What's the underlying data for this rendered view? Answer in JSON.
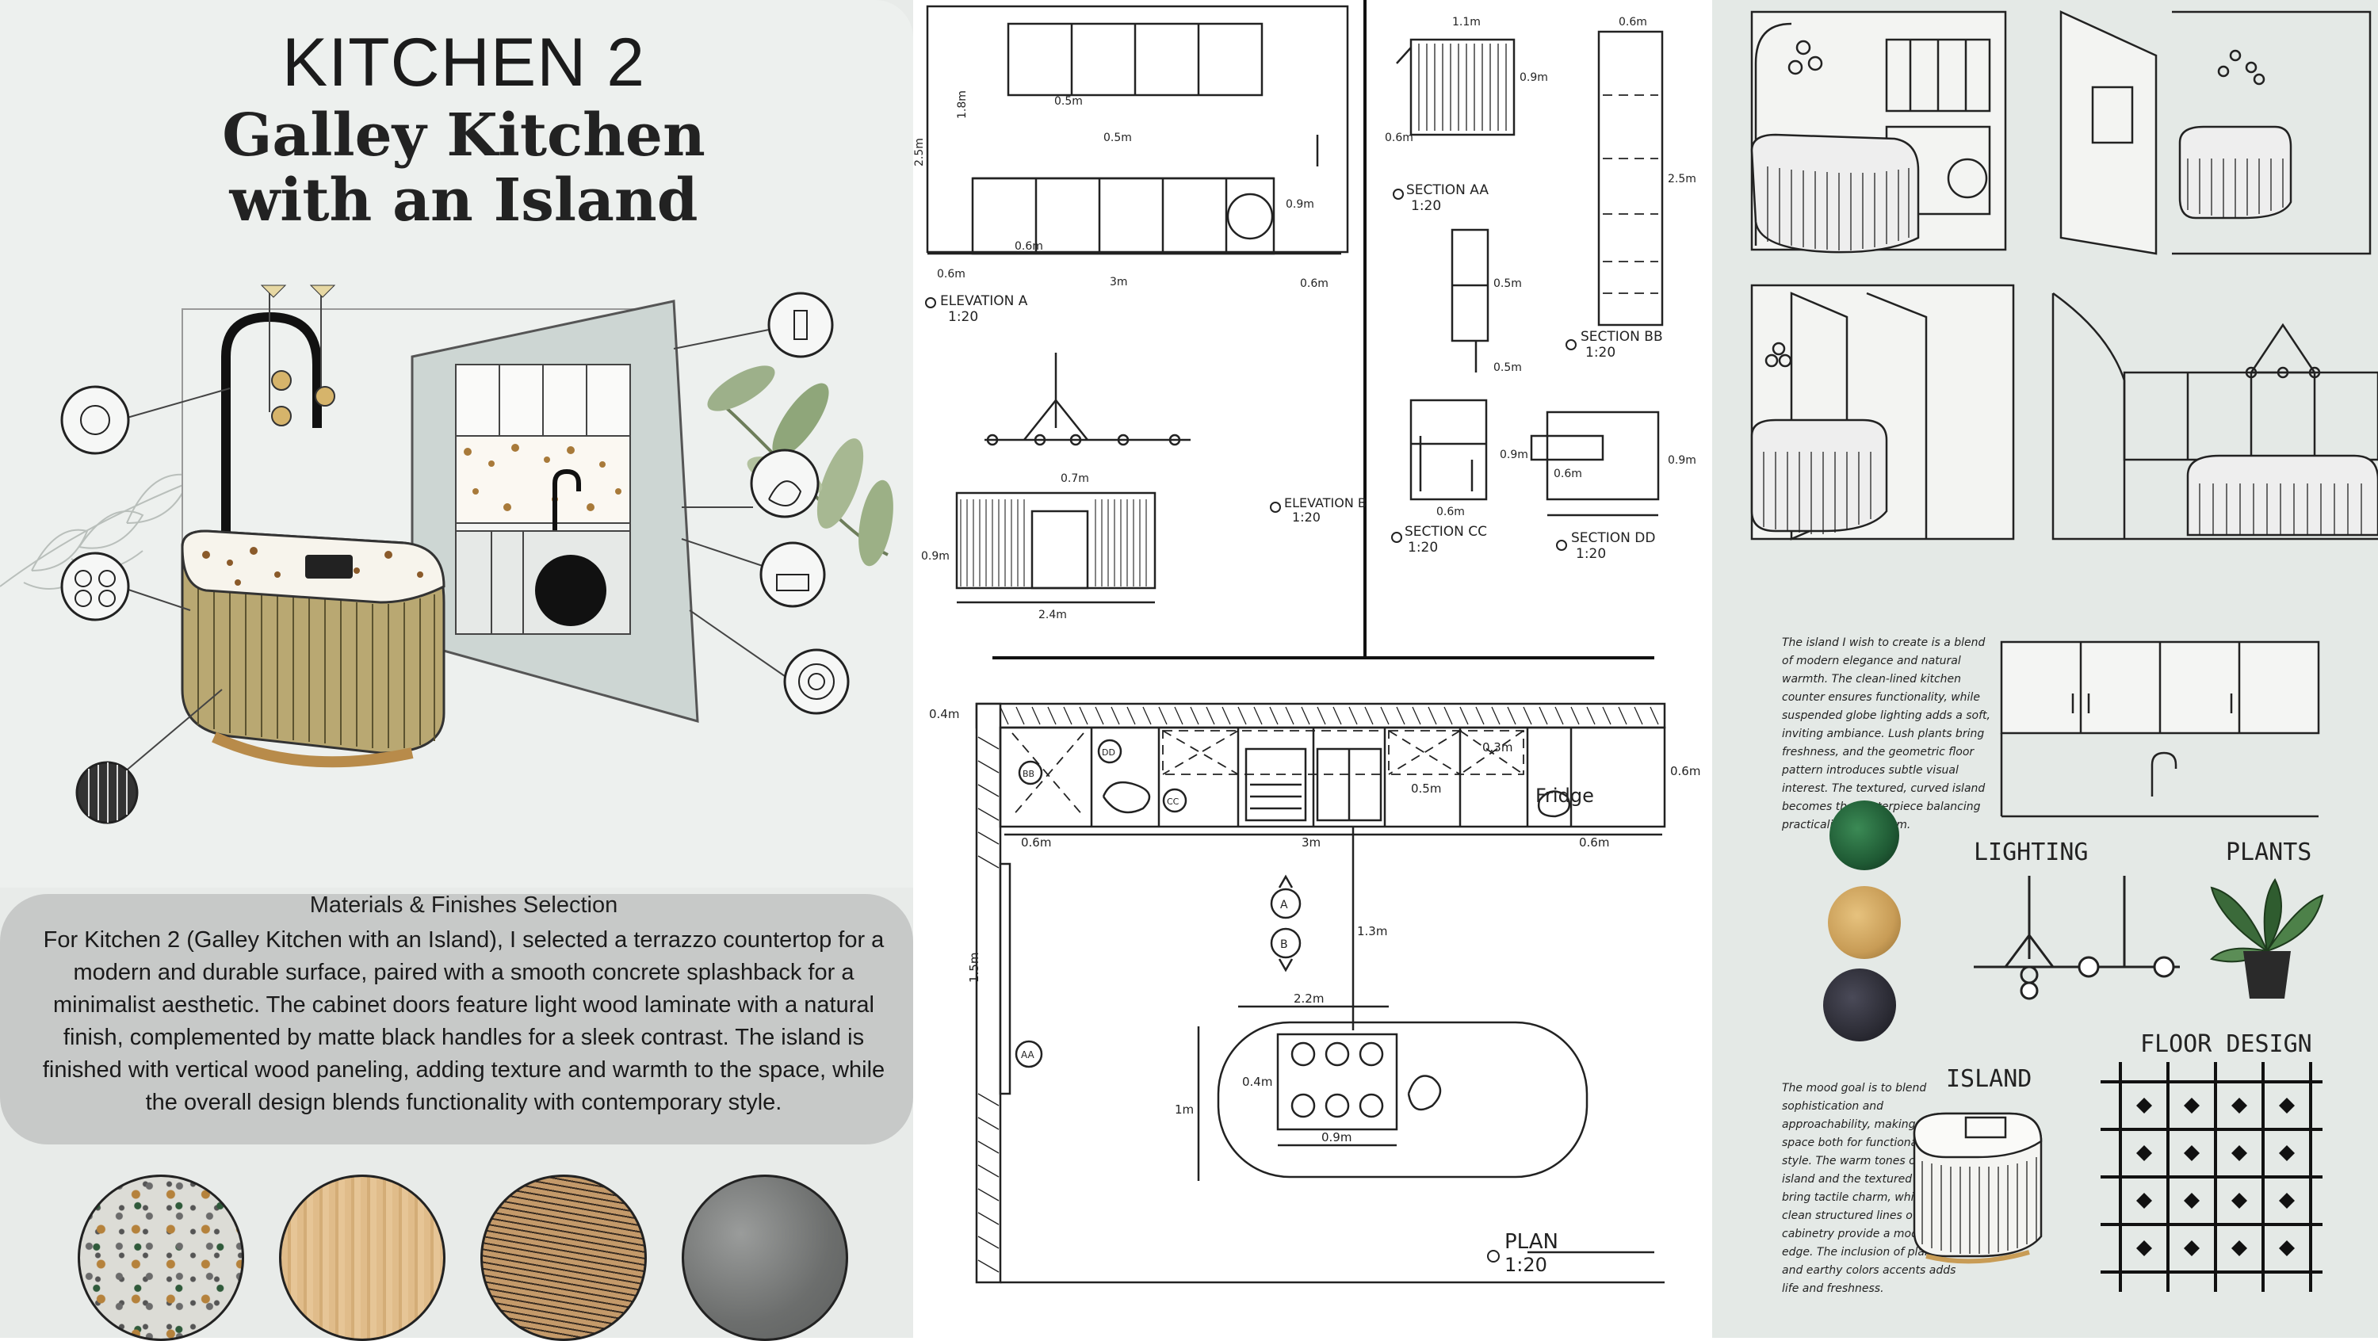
{
  "title": {
    "line1": "KITCHEN 2",
    "line2": "Galley Kitchen",
    "line3": "with an Island"
  },
  "materials": {
    "heading": "Materials & Finishes Selection",
    "body": "For Kitchen 2 (Galley Kitchen with an Island), I selected a terrazzo countertop for a modern and durable surface, paired with a smooth concrete splashback for a minimalist aesthetic. The cabinet doors feature light wood laminate with a natural finish, complemented by matte black handles for a sleek contrast. The island is finished with vertical wood paneling, adding texture and warmth to the space, while the overall design blends functionality with contemporary style."
  },
  "drawings": {
    "elevation_a": "ELEVATION A",
    "elevation_a_scale": "1:20",
    "elevation_b": "ELEVATION B",
    "elevation_b_scale": "1:20",
    "section_aa": "SECTION AA",
    "section_aa_scale": "1:20",
    "section_bb": "SECTION BB",
    "section_bb_scale": "1:20",
    "section_cc": "SECTION CC",
    "section_cc_scale": "1:20",
    "section_dd": "SECTION DD",
    "section_dd_scale": "1:20",
    "plan": "PLAN",
    "plan_scale": "1:20",
    "fridge": "Fridge",
    "dims": {
      "d_1_1": "1.1m",
      "d_0_6": "0.6m",
      "d_0_9": "0.9m",
      "d_2_5": "2.5m",
      "d_3m": "3m",
      "d_2_4": "2.4m",
      "d_2_2": "2.2m",
      "d_1_3": "1.3m",
      "d_1m": "1m",
      "d_0_3": "0.3m",
      "d_0_5": "0.5m",
      "d_0_4": "0.4m",
      "d_0_7": "0.7m",
      "d_1_5": "1.5m",
      "d_1_8": "1.8m",
      "d_2_5b": "2.5m"
    },
    "markers": {
      "a": "A",
      "b": "B",
      "aa": "AA",
      "bb": "BB",
      "cc": "CC",
      "dd": "DD"
    }
  },
  "mood": {
    "note_top": "The island I wish to create is a blend of modern elegance and natural warmth. The clean-lined kitchen counter ensures functionality, while suspended globe lighting adds a soft, inviting ambiance. Lush plants bring freshness, and the geometric floor pattern introduces subtle visual interest. The textured, curved island becomes the centerpiece balancing practicality and charm.",
    "note_bottom": "The mood goal is to blend sophistication and approachability, making it a space both for functionality and style. The warm tones of the island and the textured finishes bring tactile charm, while the clean structured lines of the cabinetry provide a modern edge. The inclusion of plants and earthy colors accents adds life and freshness.",
    "lighting": "LIGHTING",
    "plants": "PLANTS",
    "island": "ISLAND",
    "floor_design": "FLOOR DESIGN"
  },
  "colors": {
    "left_panel": "#e8ebe9",
    "desc_box": "#c7c9c8",
    "right_panel": "#e4e9e6",
    "ink": "#222222",
    "wood": "#cfa979",
    "terrazzo": "#dcdcd6",
    "concrete": "#7d7f7e",
    "emerald": "#1f5a34",
    "gold": "#c89c56",
    "charcoal": "#2c2c35"
  }
}
